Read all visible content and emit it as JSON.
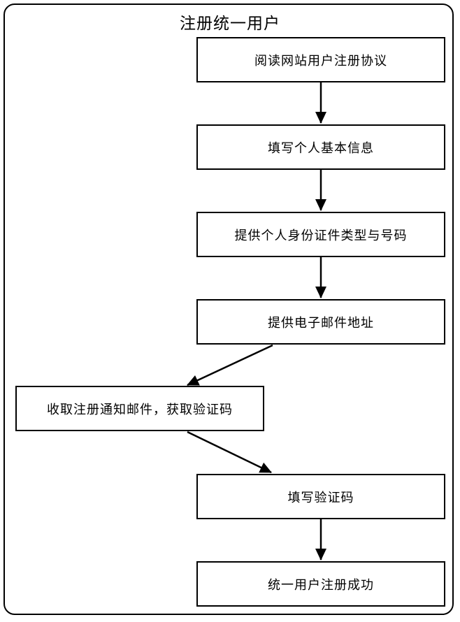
{
  "diagram": {
    "title": "注册统一用户",
    "nodes": [
      {
        "id": "read-agreement",
        "label": "阅读网站用户注册协议"
      },
      {
        "id": "fill-basic-info",
        "label": "填写个人基本信息"
      },
      {
        "id": "provide-id-type",
        "label": "提供个人身份证件类型与号码"
      },
      {
        "id": "provide-email",
        "label": "提供电子邮件地址"
      },
      {
        "id": "receive-mail-get-code",
        "label": "收取注册通知邮件，获取验证码"
      },
      {
        "id": "fill-code",
        "label": "填写验证码"
      },
      {
        "id": "register-success",
        "label": "统一用户注册成功"
      }
    ],
    "edges": [
      {
        "from": "read-agreement",
        "to": "fill-basic-info"
      },
      {
        "from": "fill-basic-info",
        "to": "provide-id-type"
      },
      {
        "from": "provide-id-type",
        "to": "provide-email"
      },
      {
        "from": "provide-email",
        "to": "receive-mail-get-code"
      },
      {
        "from": "receive-mail-get-code",
        "to": "fill-code"
      },
      {
        "from": "fill-code",
        "to": "register-success"
      }
    ],
    "colors": {
      "stroke": "#000000",
      "background": "#ffffff",
      "text": "#000000"
    }
  }
}
